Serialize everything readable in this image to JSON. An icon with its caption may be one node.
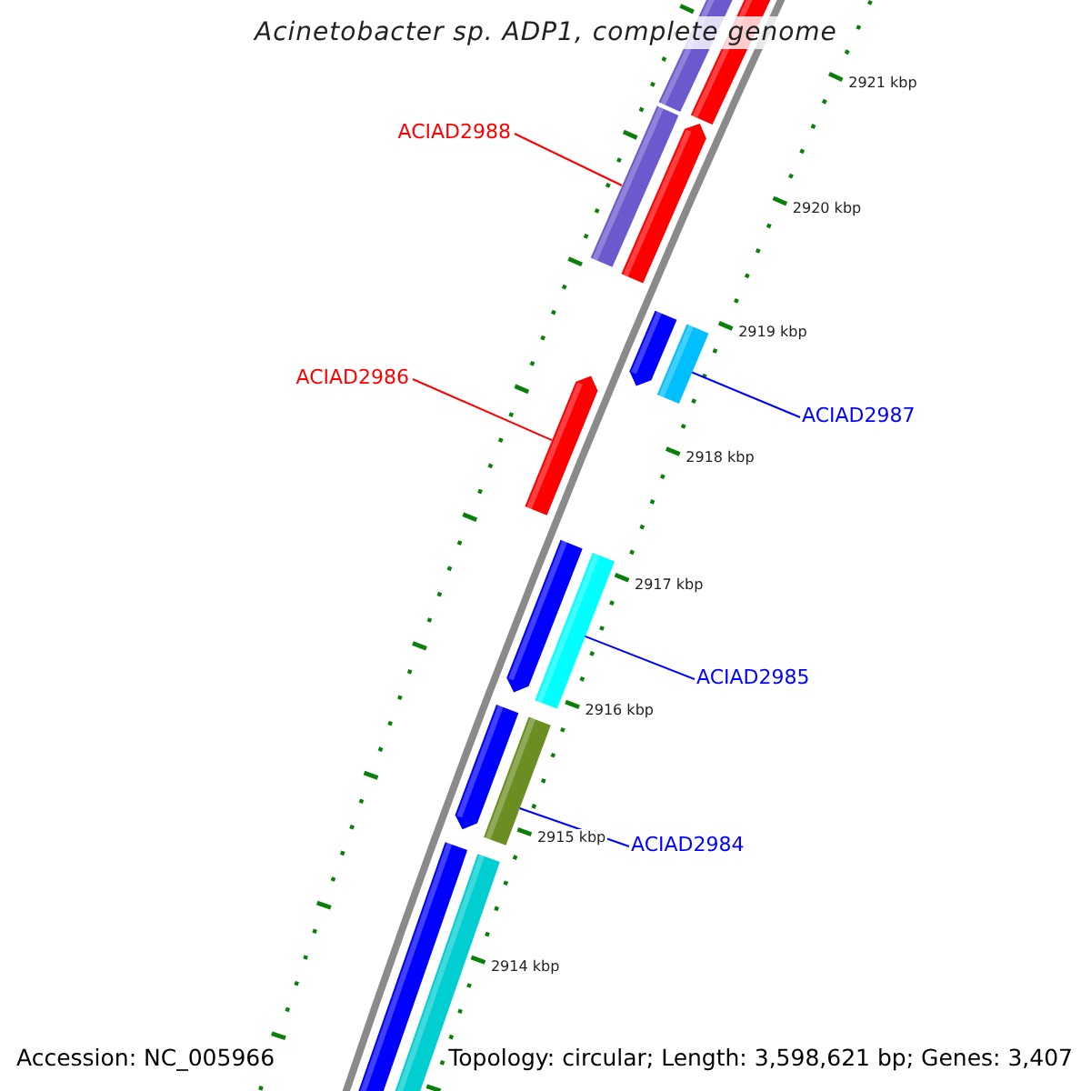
{
  "diagram": {
    "title": "Acinetobacter sp. ADP1, complete genome",
    "nodes": [
      {
        "text": [
          "ACIAD2988"
        ]
      },
      {
        "text": [],
        "shape": "bar"
      },
      {
        "text": [
          "ACIAD2986"
        ]
      },
      {
        "text": [],
        "shape": "arrow"
      },
      {
        "text": [
          "ACIAD2987"
        ]
      },
      {
        "text": [],
        "shape": "bar"
      },
      {
        "text": [
          "ACIAD2985"
        ]
      },
      {
        "text": [],
        "shape": "bar"
      },
      {
        "text": [
          "ACIAD2984"
        ]
      },
      {
        "text": [],
        "shape": "bar"
      }
    ],
    "edges": [
      {
        "from": 0,
        "to": 1,
        "arrow": "none",
        "color": "#ff0000"
      },
      {
        "from": 2,
        "to": 3,
        "arrow": "none",
        "color": "#ff0000"
      },
      {
        "from": 4,
        "to": 5,
        "arrow": "none"
      },
      {
        "from": 6,
        "to": 7,
        "arrow": "none"
      },
      {
        "from": 8,
        "to": 9,
        "arrow": "none"
      }
    ],
    "labels": [
      "2921 kbp",
      "2920 kbp",
      "2919 kbp",
      "2918 kbp",
      "2917 kbp",
      "2916 kbp",
      "2915 kbp",
      "2914 kbp",
      "Accession: NC_005966",
      "Topology: circular; Length: 3,598,621 bp; Genes: 3,407"
    ]
  }
}
